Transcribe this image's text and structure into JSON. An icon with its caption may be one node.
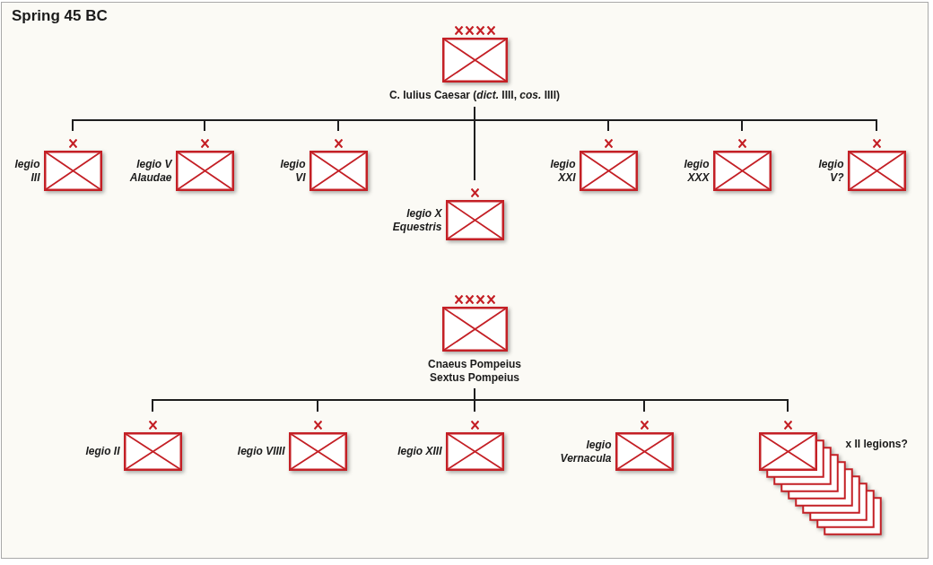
{
  "diagram": {
    "title": "Spring 45 BC",
    "nodes": [
      {
        "text": [
          "C. Iulius Caesar (*dict.* IIII, *cos.* IIII)"
        ]
      },
      {
        "text": [
          "legio III"
        ]
      },
      {
        "text": [
          "legio V Alaudae"
        ]
      },
      {
        "text": [
          "legio VI"
        ]
      },
      {
        "text": [
          "legio X Equestris"
        ]
      },
      {
        "text": [
          "legio XXI"
        ]
      },
      {
        "text": [
          "legio XXX"
        ]
      },
      {
        "text": [
          "legio V?"
        ]
      },
      {
        "text": [
          "Cnaeus Pompeius",
          "Sextus Pompeius"
        ]
      },
      {
        "text": [
          "legio II"
        ]
      },
      {
        "text": [
          "legio VIIII"
        ]
      },
      {
        "text": [
          "legio XIII"
        ]
      },
      {
        "text": [
          "legio Vernacula"
        ]
      },
      {
        "text": [
          "x II legions?"
        ]
      }
    ],
    "edges": [
      {
        "from": 0,
        "to": 1,
        "arrow": "none"
      },
      {
        "from": 0,
        "to": 2,
        "arrow": "none"
      },
      {
        "from": 0,
        "to": 3,
        "arrow": "none"
      },
      {
        "from": 0,
        "to": 4,
        "arrow": "none"
      },
      {
        "from": 0,
        "to": 5,
        "arrow": "none"
      },
      {
        "from": 0,
        "to": 6,
        "arrow": "none"
      },
      {
        "from": 0,
        "to": 7,
        "arrow": "none"
      },
      {
        "from": 8,
        "to": 9,
        "arrow": "none"
      },
      {
        "from": 8,
        "to": 10,
        "arrow": "none"
      },
      {
        "from": 8,
        "to": 11,
        "arrow": "none"
      },
      {
        "from": 8,
        "to": 12,
        "arrow": "none"
      },
      {
        "from": 8,
        "to": 13,
        "arrow": "none"
      }
    ]
  }
}
